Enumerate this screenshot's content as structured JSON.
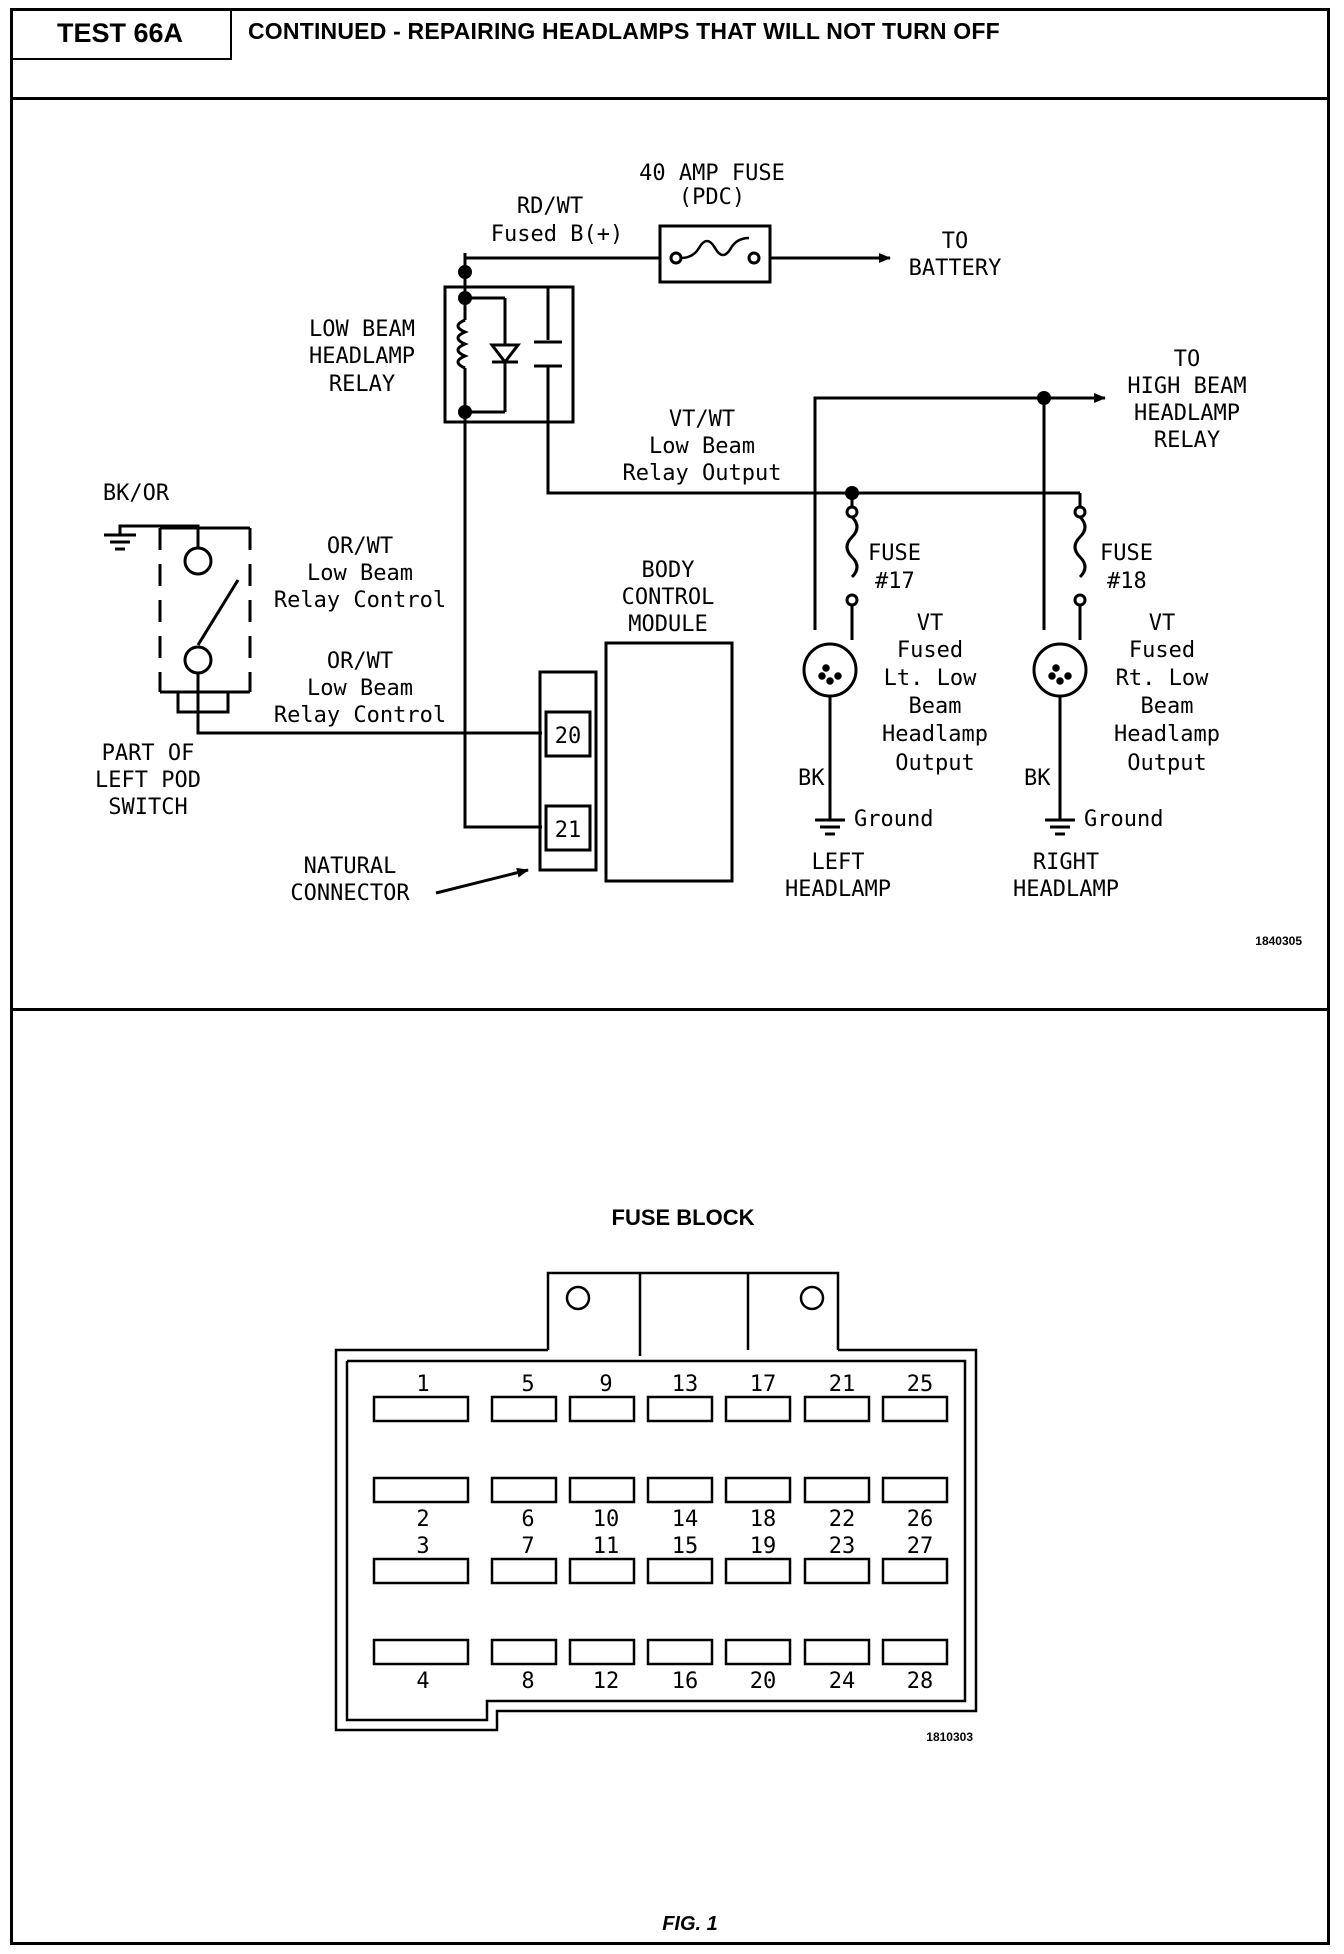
{
  "header": {
    "test_id": "TEST 66A",
    "title": "CONTINUED - REPAIRING HEADLAMPS THAT WILL NOT TURN OFF"
  },
  "wiring_diagram": {
    "fuse_40a": [
      "40 AMP FUSE",
      "(PDC)"
    ],
    "rdwt": [
      "RD/WT",
      "Fused B(+)"
    ],
    "to_battery": [
      "TO",
      "BATTERY"
    ],
    "relay_label": [
      "LOW BEAM",
      "HEADLAMP",
      "RELAY"
    ],
    "to_high_beam": [
      "TO",
      "HIGH BEAM",
      "HEADLAMP",
      "RELAY"
    ],
    "vtwt": [
      "VT/WT",
      "Low Beam",
      "Relay Output"
    ],
    "bkor": "BK/OR",
    "orwt_1": [
      "OR/WT",
      "Low Beam",
      "Relay Control"
    ],
    "orwt_2": [
      "OR/WT",
      "Low Beam",
      "Relay Control"
    ],
    "bcm": [
      "BODY",
      "CONTROL",
      "MODULE"
    ],
    "pin_20": "20",
    "pin_21": "21",
    "switch_label": [
      "PART OF",
      "LEFT POD",
      "SWITCH"
    ],
    "natural_connector": [
      "NATURAL",
      "CONNECTOR"
    ],
    "fuse17": [
      "FUSE",
      "#17"
    ],
    "fuse18": [
      "FUSE",
      "#18"
    ],
    "left_output": [
      "VT",
      "Fused",
      "Lt. Low",
      "Beam",
      "Headlamp",
      "Output"
    ],
    "right_output": [
      "VT",
      "Fused",
      "Rt. Low",
      "Beam",
      "Headlamp",
      "Output"
    ],
    "bk_left": "BK",
    "bk_right": "BK",
    "ground_left": "Ground",
    "ground_right": "Ground",
    "left_headlamp": [
      "LEFT",
      "HEADLAMP"
    ],
    "right_headlamp": [
      "RIGHT",
      "HEADLAMP"
    ],
    "figure_code": "1840305"
  },
  "fuse_block": {
    "title": "FUSE BLOCK",
    "top_numbers_row1": [
      "1",
      "5",
      "9",
      "13",
      "17",
      "21",
      "25"
    ],
    "bottom_numbers_row2": [
      "2",
      "6",
      "10",
      "14",
      "18",
      "22",
      "26"
    ],
    "top_numbers_row3": [
      "3",
      "7",
      "11",
      "15",
      "19",
      "23",
      "27"
    ],
    "bottom_numbers_row4": [
      "4",
      "8",
      "12",
      "16",
      "20",
      "24",
      "28"
    ],
    "figure_code": "1810303"
  },
  "caption": "FIG. 1"
}
